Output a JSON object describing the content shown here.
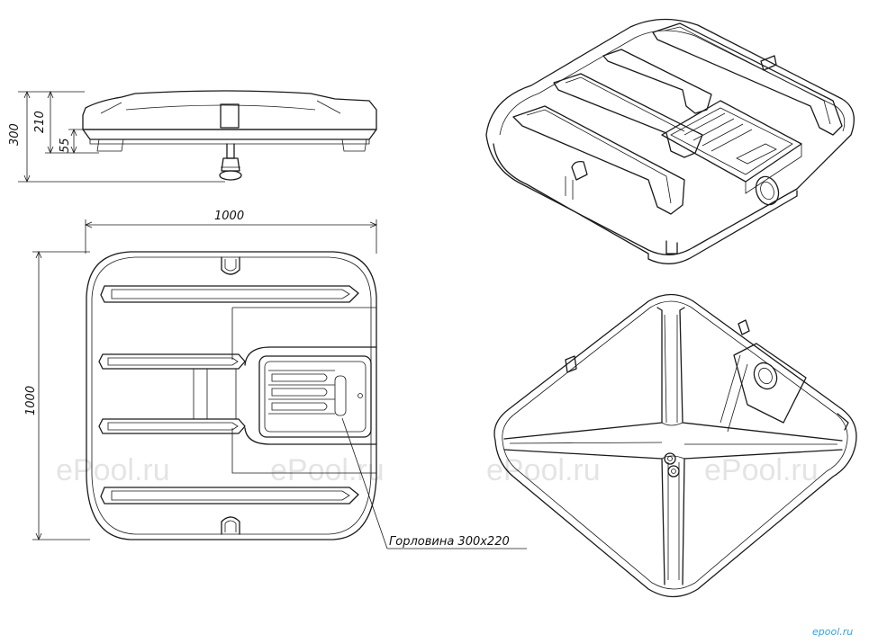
{
  "dimensions": {
    "height_total": "300",
    "height_body": "210",
    "height_foot": "55",
    "width": "1000",
    "depth": "1000"
  },
  "callout": {
    "label": "Горловина 300x220"
  },
  "watermarks": [
    "ePool.ru",
    "ePool.ru",
    "ePool.ru",
    "ePool.ru"
  ],
  "logo": "epool.ru",
  "colors": {
    "line": "#1a1a1a",
    "logo": "#3aa0d8"
  }
}
